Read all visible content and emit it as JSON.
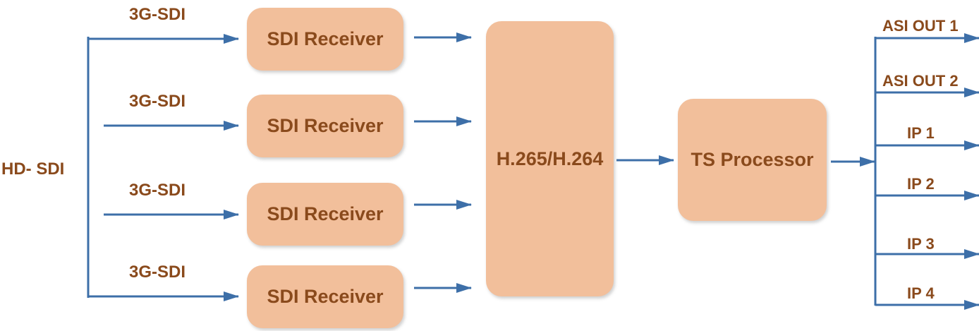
{
  "diagram": {
    "input_label": "HD- SDI",
    "branch_labels": [
      "3G-SDI",
      "3G-SDI",
      "3G-SDI",
      "3G-SDI"
    ],
    "receivers": [
      "SDI Receiver",
      "SDI Receiver",
      "SDI Receiver",
      "SDI Receiver"
    ],
    "encoder": "H.265/H.264",
    "processor": "TS Processor",
    "outputs": [
      "ASI OUT 1",
      "ASI OUT 2",
      "IP 1",
      "IP 2",
      "IP 3",
      "IP 4"
    ],
    "colors": {
      "box_fill": "#f2bf9b",
      "text": "#8a4a1c",
      "line": "#3d6fa8"
    }
  }
}
